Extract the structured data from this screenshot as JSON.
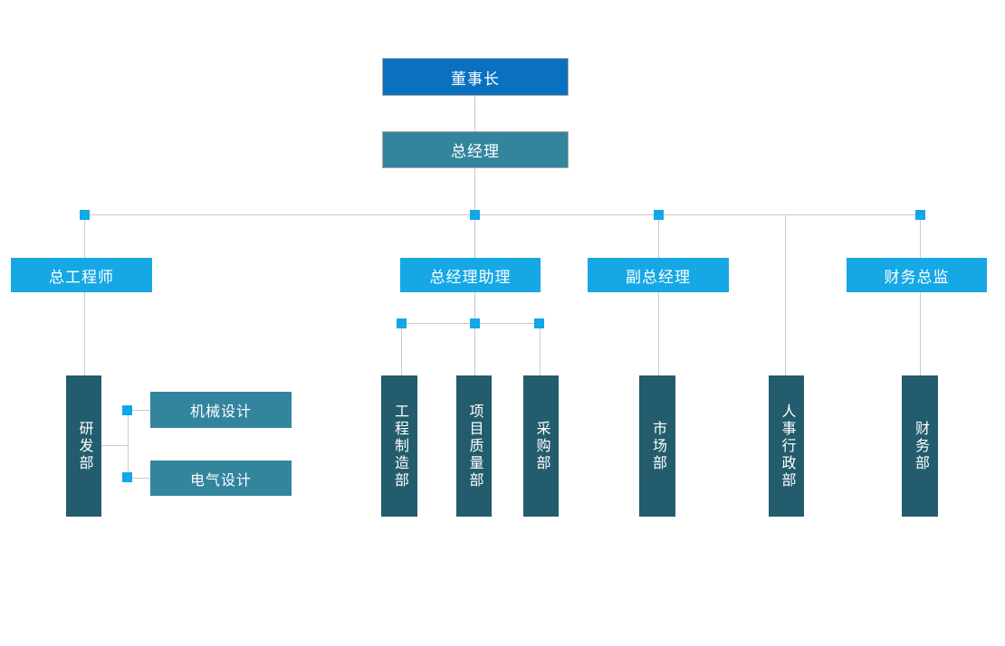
{
  "org_chart": {
    "nodes": {
      "chairman": {
        "label": "董事长"
      },
      "general_manager": {
        "label": "总经理"
      },
      "chief_engineer": {
        "label": "总工程师"
      },
      "gm_assistant": {
        "label": "总经理助理"
      },
      "deputy_gm": {
        "label": "副总经理"
      },
      "finance_director": {
        "label": "财务总监"
      },
      "rd_dept": {
        "label": "研发部"
      },
      "mechanical_design": {
        "label": "机械设计"
      },
      "electrical_design": {
        "label": "电气设计"
      },
      "engineering_mfg_dept": {
        "label": "工程制造部"
      },
      "project_quality_dept": {
        "label": "项目质量部"
      },
      "procurement_dept": {
        "label": "采购部"
      },
      "marketing_dept": {
        "label": "市场部"
      },
      "hr_admin_dept": {
        "label": "人事行政部"
      },
      "finance_dept": {
        "label": "财务部"
      }
    },
    "edges": [
      [
        "chairman",
        "general_manager"
      ],
      [
        "general_manager",
        "chief_engineer"
      ],
      [
        "general_manager",
        "gm_assistant"
      ],
      [
        "general_manager",
        "deputy_gm"
      ],
      [
        "general_manager",
        "hr_admin_dept"
      ],
      [
        "general_manager",
        "finance_director"
      ],
      [
        "chief_engineer",
        "rd_dept"
      ],
      [
        "rd_dept",
        "mechanical_design"
      ],
      [
        "rd_dept",
        "electrical_design"
      ],
      [
        "gm_assistant",
        "engineering_mfg_dept"
      ],
      [
        "gm_assistant",
        "project_quality_dept"
      ],
      [
        "gm_assistant",
        "procurement_dept"
      ],
      [
        "deputy_gm",
        "marketing_dept"
      ],
      [
        "finance_director",
        "finance_dept"
      ]
    ],
    "colors": {
      "chairman_bg": "#0a70c0",
      "teal_bg": "#33859e",
      "light_blue_bg": "#16a8e4",
      "dark_teal_bg": "#225c6d",
      "connection_handle": "#12a7e9",
      "connector_line": "#c9c9c9",
      "box_border": "#b3aba3"
    }
  }
}
